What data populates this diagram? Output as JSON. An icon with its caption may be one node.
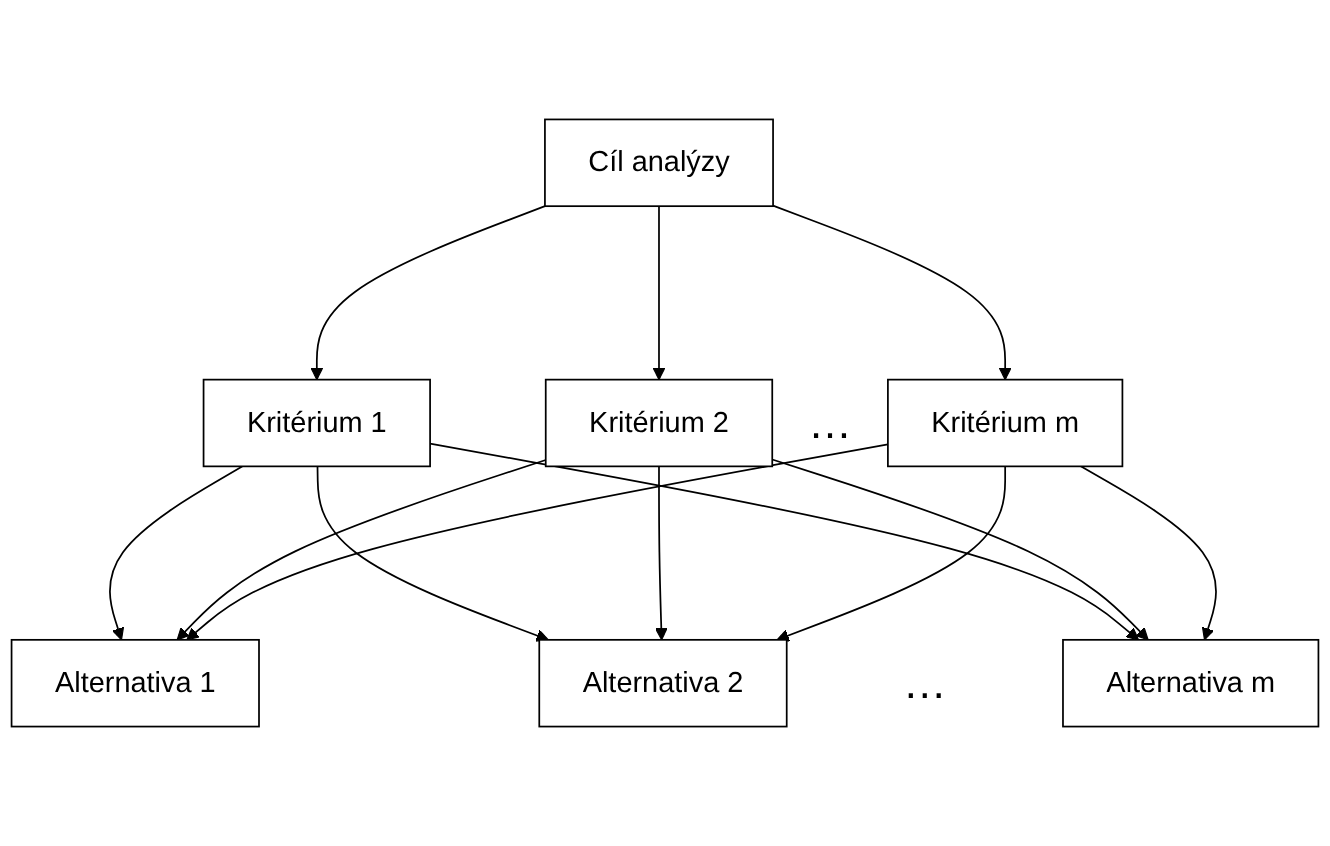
{
  "diagram": {
    "nodes": [
      {
        "text": [
          "Cíl analýzy"
        ]
      },
      {
        "text": [
          "Kritérium 1"
        ]
      },
      {
        "text": [
          "Kritérium 2"
        ]
      },
      {
        "text": [
          "Kritérium m"
        ]
      },
      {
        "text": [
          "Alternativa 1"
        ]
      },
      {
        "text": [
          "Alternativa 2"
        ]
      },
      {
        "text": [
          "Alternativa m"
        ]
      }
    ],
    "edges": [
      {
        "from": 0,
        "to": 1,
        "arrow": "to"
      },
      {
        "from": 0,
        "to": 2,
        "arrow": "to"
      },
      {
        "from": 0,
        "to": 3,
        "arrow": "to"
      },
      {
        "from": 1,
        "to": 4,
        "arrow": "to"
      },
      {
        "from": 1,
        "to": 5,
        "arrow": "to"
      },
      {
        "from": 1,
        "to": 6,
        "arrow": "to"
      },
      {
        "from": 2,
        "to": 4,
        "arrow": "to"
      },
      {
        "from": 2,
        "to": 5,
        "arrow": "to"
      },
      {
        "from": 2,
        "to": 6,
        "arrow": "to"
      },
      {
        "from": 3,
        "to": 4,
        "arrow": "to"
      },
      {
        "from": 3,
        "to": 5,
        "arrow": "to"
      },
      {
        "from": 3,
        "to": 6,
        "arrow": "to"
      }
    ],
    "labels": [
      "…",
      "…"
    ]
  }
}
